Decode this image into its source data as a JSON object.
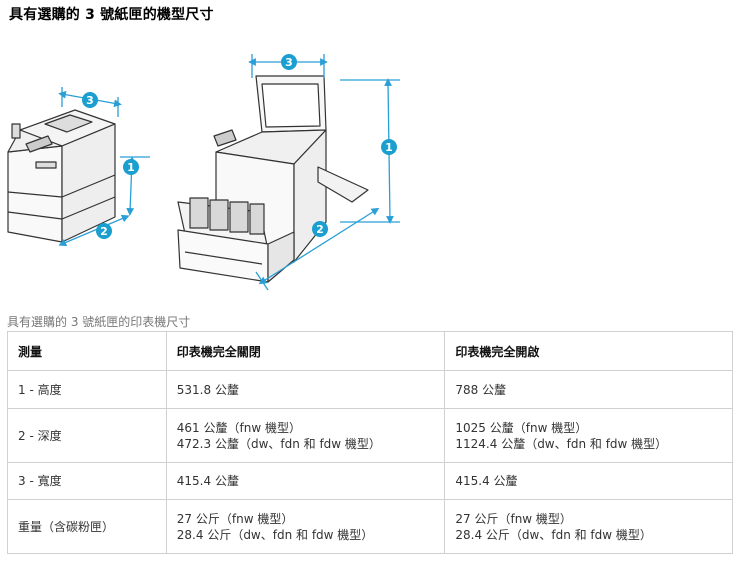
{
  "page": {
    "title": "具有選購的 3 號紙匣的機型尺寸"
  },
  "figure": {
    "callouts": [
      "1",
      "2",
      "3"
    ]
  },
  "table": {
    "caption": "具有選購的 3 號紙匣的印表機尺寸",
    "headers": [
      "測量",
      "印表機完全關閉",
      "印表機完全開啟"
    ],
    "rows": [
      {
        "measure": "1 - 高度",
        "closed": [
          "531.8 公釐"
        ],
        "open": [
          "788 公釐"
        ]
      },
      {
        "measure": "2 - 深度",
        "closed": [
          "461 公釐（fnw 機型）",
          "472.3 公釐（dw、fdn 和 fdw 機型）"
        ],
        "open": [
          "1025 公釐（fnw 機型）",
          "1124.4 公釐（dw、fdn 和 fdw 機型）"
        ]
      },
      {
        "measure": "3 - 寬度",
        "closed": [
          "415.4 公釐"
        ],
        "open": [
          "415.4 公釐"
        ]
      },
      {
        "measure": "重量（含碳粉匣）",
        "closed": [
          "27 公斤（fnw 機型）",
          "28.4 公斤（dw、fdn 和 fdw 機型）"
        ],
        "open": [
          "27 公斤（fnw 機型）",
          "28.4 公斤（dw、fdn 和 fdw 機型）"
        ]
      }
    ]
  },
  "colors": {
    "callout": "#1a9fd0",
    "dim_line": "#2a9fd6"
  }
}
